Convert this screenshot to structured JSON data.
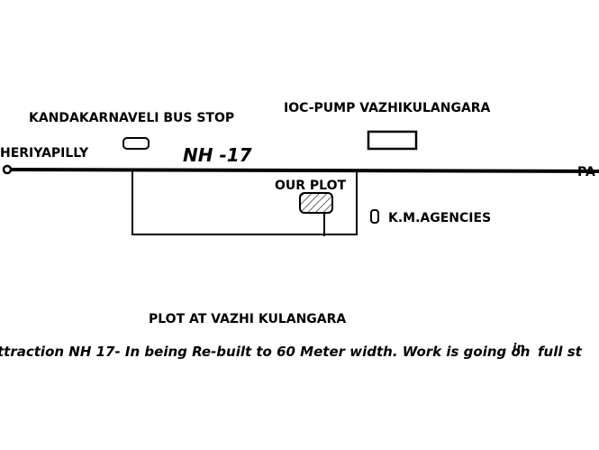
{
  "map": {
    "highway_label": "NH -17",
    "left_end_label": "HERIYAPILLY",
    "right_end_label": "PA",
    "bus_stop_label": "KANDAKARNAVELI BUS STOP",
    "pump_label": "IOC-PUMP VAZHIKULANGARA",
    "plot_label": "OUR PLOT",
    "agency_label": "K.M.AGENCIES"
  },
  "caption": {
    "title": "PLOT AT VAZHI KULANGARA",
    "note_main": "ttraction NH 17- In being Re-built to 60 Meter width. Work is going on",
    "note_in": "in",
    "note_tail": "full st"
  }
}
